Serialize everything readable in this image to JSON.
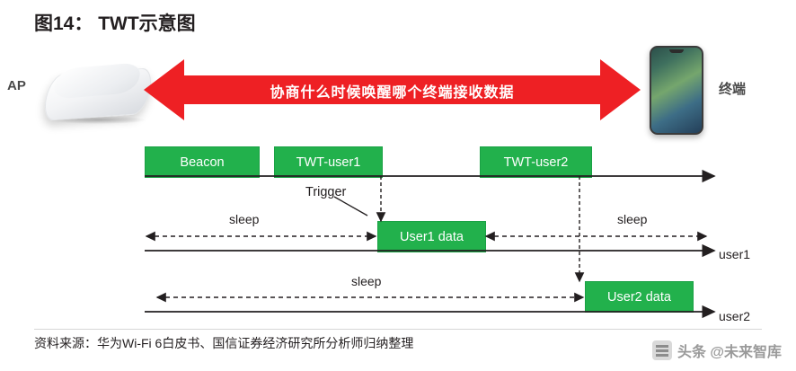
{
  "figure": {
    "title": "图14：  TWT示意图",
    "source": "资料来源：华为Wi-Fi 6白皮书、国信证券经济研究所分析师归纳整理"
  },
  "devices": {
    "ap_label": "AP",
    "terminal_label": "终端",
    "ap_icon": "wifi-router-icon",
    "terminal_icon": "smartphone-icon"
  },
  "arrow": {
    "text": "协商什么时候唤醒哪个终端接收数据",
    "color": "#ee2024",
    "direction": "double"
  },
  "timeline": {
    "ap_boxes": [
      {
        "label": "Beacon"
      },
      {
        "label": "TWT-user1"
      },
      {
        "label": "TWT-user2"
      }
    ],
    "trigger_label": "Trigger",
    "lanes": [
      {
        "name": "user1",
        "lane_label": "user1",
        "sleep_labels": [
          "sleep",
          "sleep"
        ],
        "data_box": "User1 data"
      },
      {
        "name": "user2",
        "lane_label": "user2",
        "sleep_labels": [
          "sleep"
        ],
        "data_box": "User2 data"
      }
    ]
  },
  "watermark": {
    "text": "头条 @未来智库",
    "logo": "toutiao-logo-icon"
  },
  "colors": {
    "green": "#22b14c",
    "red": "#ee2024",
    "text": "#231f20"
  }
}
